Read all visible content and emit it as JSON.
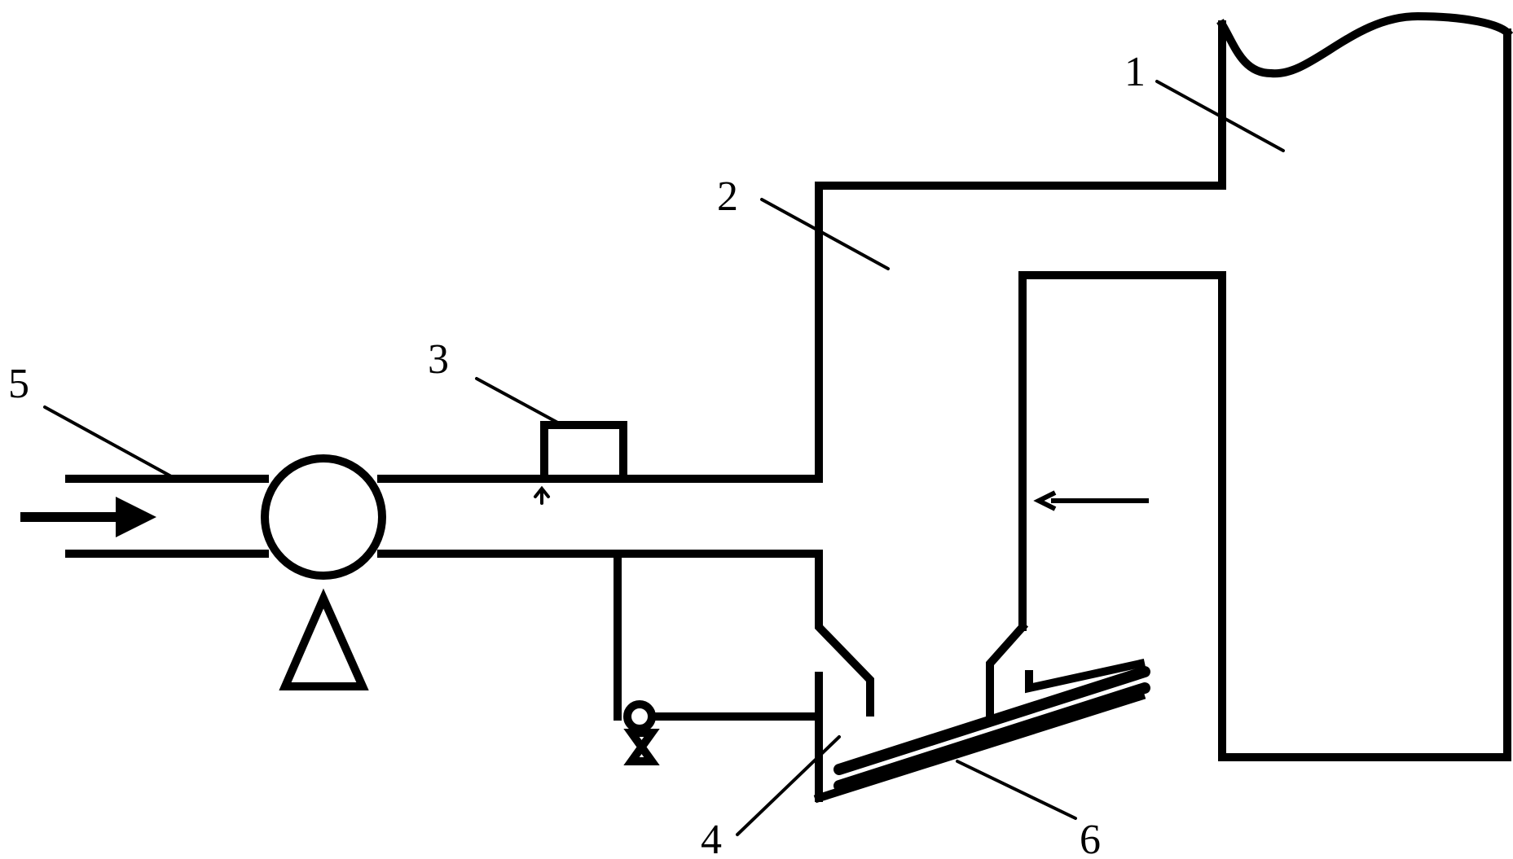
{
  "diagram": {
    "labels": {
      "furnace": "1",
      "duct": "2",
      "sensor": "3",
      "burner": "4",
      "inlet_pipe": "5",
      "lance": "6"
    },
    "colors": {
      "line": "#000000",
      "background": "#ffffff"
    }
  }
}
